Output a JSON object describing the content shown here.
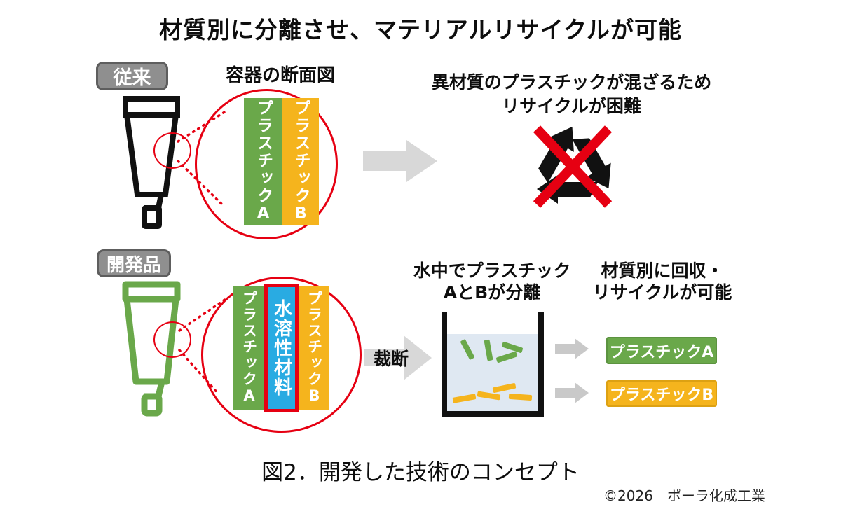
{
  "title": "材質別に分離させ、マテリアルリサイクルが可能",
  "caption": "図2．開発した技術のコンセプト",
  "copyright": "©2026　ポーラ化成工業",
  "colors": {
    "plastic_a_green": "#6aa84a",
    "plastic_b_yellow": "#f5b41d",
    "water_soluble_blue": "#29abe2",
    "accent_red": "#e60012",
    "arrow_gray": "#d8d8d8",
    "label_gray": "#8f8f8f",
    "water_blue": "#dfe8f2",
    "tube_black": "#111111",
    "tube_green": "#6aa84a"
  },
  "icons": {
    "recycle_prohibited": "recycle-crossed-icon",
    "process_arrow": "arrow-right-icon",
    "magnifier": "magnifier-circle"
  },
  "conventional": {
    "badge": "従来",
    "cross_section_title": "容器の断面図",
    "layers": [
      {
        "label": "プラスチックA"
      },
      {
        "label": "プラスチックB"
      }
    ],
    "problem_line1": "異材質のプラスチックが混ざるため",
    "problem_line2": "リサイクルが困難"
  },
  "developed": {
    "badge": "開発品",
    "layers": [
      {
        "label": "プラスチックA"
      },
      {
        "label": "水溶性材料"
      },
      {
        "label": "プラスチックB"
      }
    ],
    "cut_arrow_label": "裁断",
    "separation_line1": "水中でプラスチック",
    "separation_line2": "AとBが分離",
    "recovery_line1": "材質別に回収・",
    "recovery_line2": "リサイクルが可能",
    "outputs": [
      {
        "label": "プラスチックA"
      },
      {
        "label": "プラスチックB"
      }
    ]
  }
}
